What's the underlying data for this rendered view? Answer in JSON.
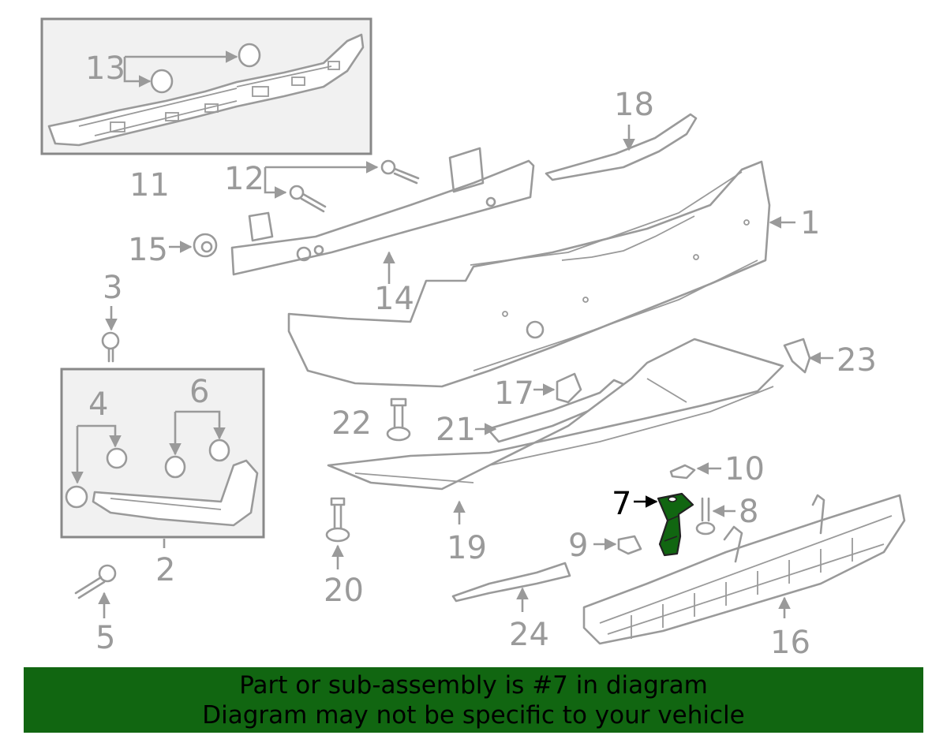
{
  "colors": {
    "line": "#9a9a9a",
    "highlight_part": "#116611",
    "banner_background": "#116611",
    "banner_text": "#000000",
    "highlight_callout": "#000000"
  },
  "callouts": {
    "c1": "1",
    "c2": "2",
    "c3": "3",
    "c4": "4",
    "c5": "5",
    "c6": "6",
    "c7": "7",
    "c8": "8",
    "c9": "9",
    "c10": "10",
    "c11": "11",
    "c12": "12",
    "c13": "13",
    "c14": "14",
    "c15": "15",
    "c16": "16",
    "c17": "17",
    "c18": "18",
    "c19": "19",
    "c20": "20",
    "c21": "21",
    "c22": "22",
    "c23": "23",
    "c24": "24"
  },
  "highlighted_part": "7",
  "banner": {
    "line1": "Part or sub-assembly is #7 in diagram",
    "line2": "Diagram may not be specific to your vehicle"
  }
}
